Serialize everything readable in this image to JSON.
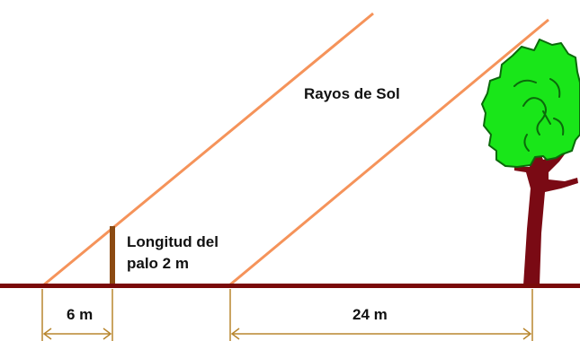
{
  "labels": {
    "sun_rays": "Rayos de Sol",
    "stick_line1": "Longitud del",
    "stick_line2": "palo 2 m",
    "stick_shadow": "6 m",
    "tree_shadow": "24 m"
  },
  "colors": {
    "ray": "#F5935A",
    "ground": "#7A0A0A",
    "stick": "#8B4A12",
    "trunk": "#7A0A14",
    "foliage": "#19E619",
    "foliage_outline": "#0B6A0B",
    "dim_line": "#B8862E"
  },
  "icons": {
    "tree": "tree-icon"
  }
}
